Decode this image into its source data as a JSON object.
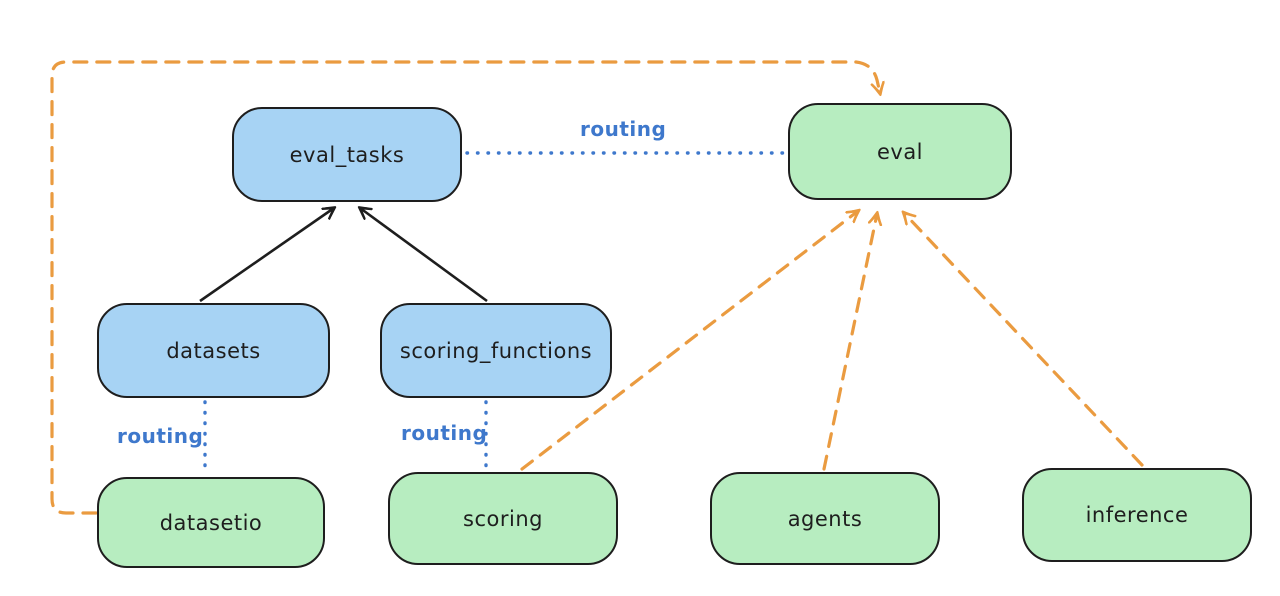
{
  "diagram": {
    "nodes": {
      "eval_tasks": {
        "label": "eval_tasks",
        "kind": "api-blue"
      },
      "eval": {
        "label": "eval",
        "kind": "provider-green"
      },
      "datasets": {
        "label": "datasets",
        "kind": "api-blue"
      },
      "scoring_functions": {
        "label": "scoring_functions",
        "kind": "api-blue"
      },
      "datasetio": {
        "label": "datasetio",
        "kind": "provider-green"
      },
      "scoring": {
        "label": "scoring",
        "kind": "provider-green"
      },
      "agents": {
        "label": "agents",
        "kind": "provider-green"
      },
      "inference": {
        "label": "inference",
        "kind": "provider-green"
      }
    },
    "edge_labels": {
      "routing_top": "routing",
      "routing_datasets": "routing",
      "routing_scoring": "routing"
    },
    "edges": [
      {
        "from": "datasets",
        "to": "eval_tasks",
        "style": "solid-black-arrow"
      },
      {
        "from": "scoring_functions",
        "to": "eval_tasks",
        "style": "solid-black-arrow"
      },
      {
        "from": "eval_tasks",
        "to": "eval",
        "style": "dotted-blue",
        "label": "routing"
      },
      {
        "from": "datasets",
        "to": "datasetio",
        "style": "dotted-blue",
        "label": "routing"
      },
      {
        "from": "scoring_functions",
        "to": "scoring",
        "style": "dotted-blue",
        "label": "routing"
      },
      {
        "from": "datasetio",
        "to": "eval",
        "style": "dashed-orange-arrow"
      },
      {
        "from": "scoring",
        "to": "eval",
        "style": "dashed-orange-arrow"
      },
      {
        "from": "agents",
        "to": "eval",
        "style": "dashed-orange-arrow"
      },
      {
        "from": "inference",
        "to": "eval",
        "style": "dashed-orange-arrow"
      }
    ],
    "colors": {
      "blue_node_fill": "#a7d3f4",
      "green_node_fill": "#b7edc0",
      "node_stroke": "#1e1e1e",
      "routing_blue": "#3e78cc",
      "dashed_orange": "#ea9b40",
      "background": "#ffffff"
    }
  }
}
